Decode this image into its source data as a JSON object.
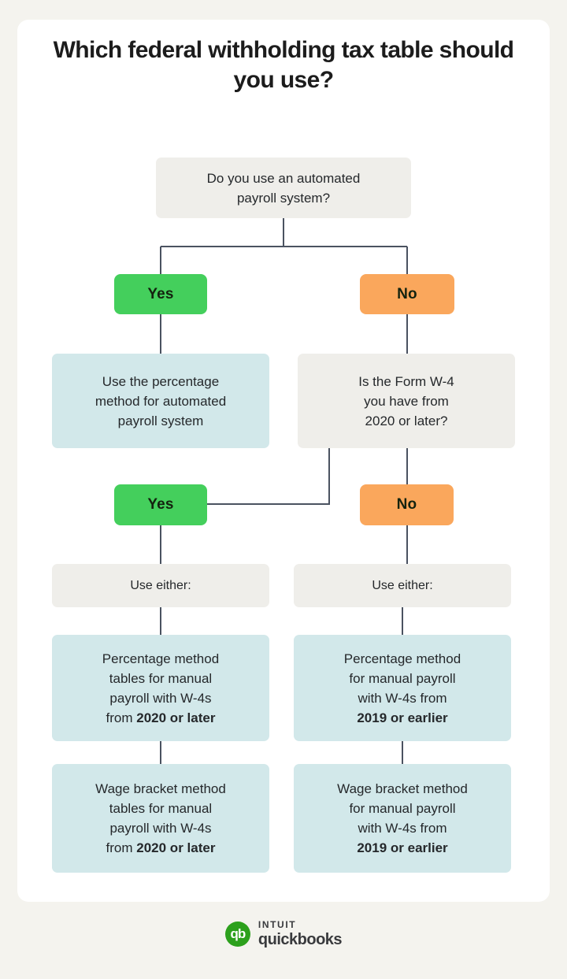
{
  "page": {
    "background_color": "#f4f3ee",
    "card_color": "#ffffff"
  },
  "title": "Which federal withholding tax table should you use?",
  "colors": {
    "yes_green": "#44cf5c",
    "no_orange": "#faa75c",
    "result_blue": "#d2e8ea",
    "question_gray": "#efeeea",
    "connector": "#4a5260",
    "text": "#25282b",
    "brand_green": "#2ca01c"
  },
  "flow": {
    "q1": {
      "line1": "Do you use an automated",
      "line2": "payroll system?"
    },
    "branch1": {
      "yes_label": "Yes",
      "no_label": "No"
    },
    "result_automated": {
      "line1": "Use the percentage",
      "line2": "method for automated",
      "line3": "payroll system"
    },
    "q2": {
      "line1": "Is the Form W-4",
      "line2": "you have from",
      "line3": "2020 or later?"
    },
    "branch2": {
      "yes_label": "Yes",
      "no_label": "No"
    },
    "either_left": "Use either:",
    "either_right": "Use either:",
    "result_left_percentage": {
      "line1": "Percentage method",
      "line2": "tables for manual",
      "line3": "payroll with W-4s",
      "line4_prefix": "from ",
      "line4_bold": "2020 or later"
    },
    "result_left_wage": {
      "line1": "Wage bracket method",
      "line2": "tables for manual",
      "line3": "payroll with W-4s",
      "line4_prefix": "from ",
      "line4_bold": "2020 or later"
    },
    "result_right_percentage": {
      "line1": "Percentage method",
      "line2": "for manual payroll",
      "line3": "with W-4s from",
      "line4_bold": "2019 or earlier"
    },
    "result_right_wage": {
      "line1": "Wage bracket method",
      "line2": "for manual payroll",
      "line3": "with W-4s from",
      "line4_bold": "2019 or earlier"
    }
  },
  "footer": {
    "logo_mark": "qb",
    "brand_top": "INTUIT",
    "brand_bottom": "quickbooks"
  }
}
